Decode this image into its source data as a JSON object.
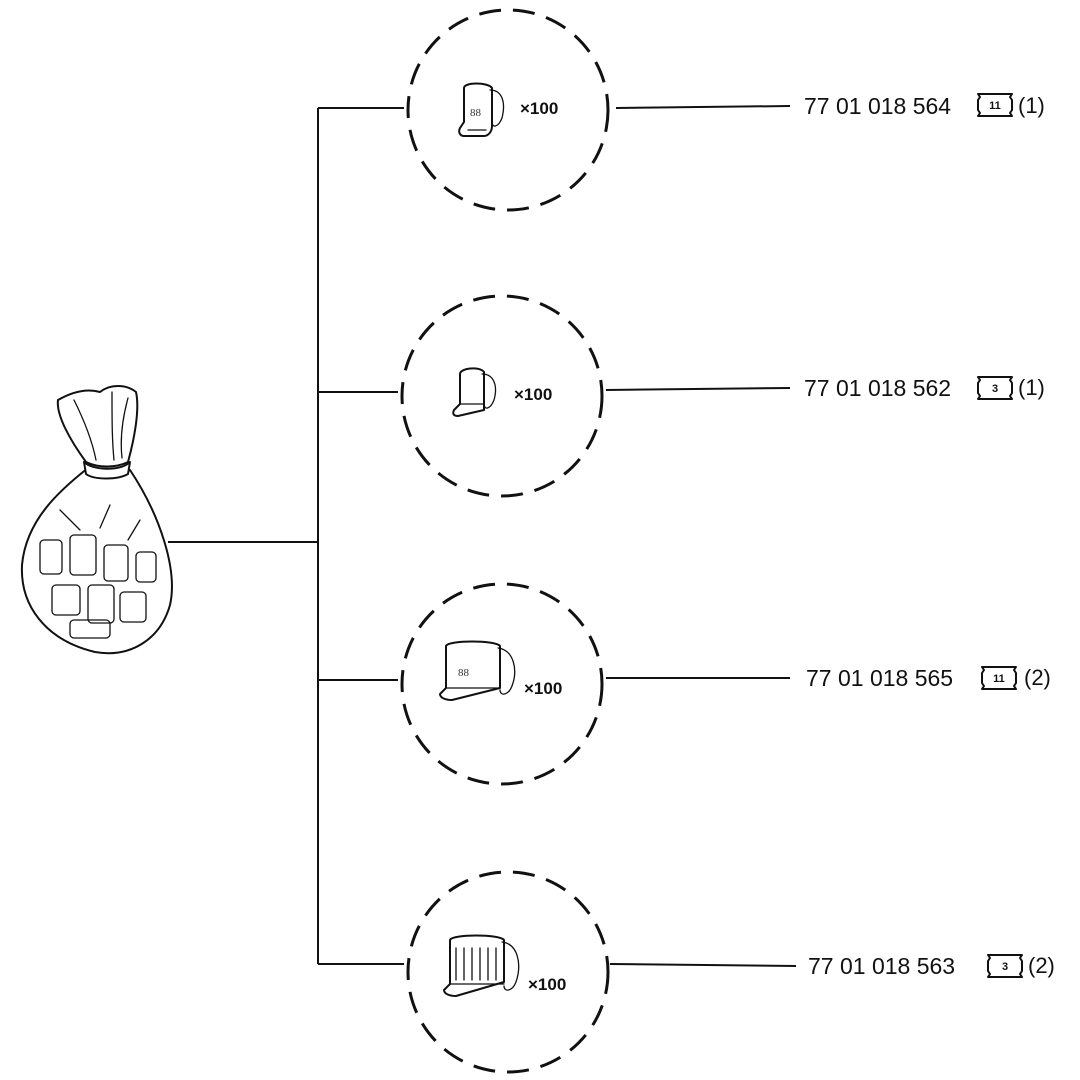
{
  "rows": [
    {
      "part_number": "77 01 018 564",
      "code": "11",
      "note": "(1)",
      "quantity": "×100",
      "clip_marking": "88",
      "clip_variant": "small-marked"
    },
    {
      "part_number": "77 01 018 562",
      "code": "3",
      "note": "(1)",
      "quantity": "×100",
      "clip_marking": "",
      "clip_variant": "small-plain"
    },
    {
      "part_number": "77 01 018 565",
      "code": "11",
      "note": "(2)",
      "quantity": "×100",
      "clip_marking": "88",
      "clip_variant": "large-marked"
    },
    {
      "part_number": "77 01 018 563",
      "code": "3",
      "note": "(2)",
      "quantity": "×100",
      "clip_marking": "",
      "clip_variant": "large-plain"
    }
  ],
  "icons": {
    "source": "bag-of-clips-icon",
    "clip": "spring-clip-icon",
    "code_box": "code-box-icon"
  }
}
